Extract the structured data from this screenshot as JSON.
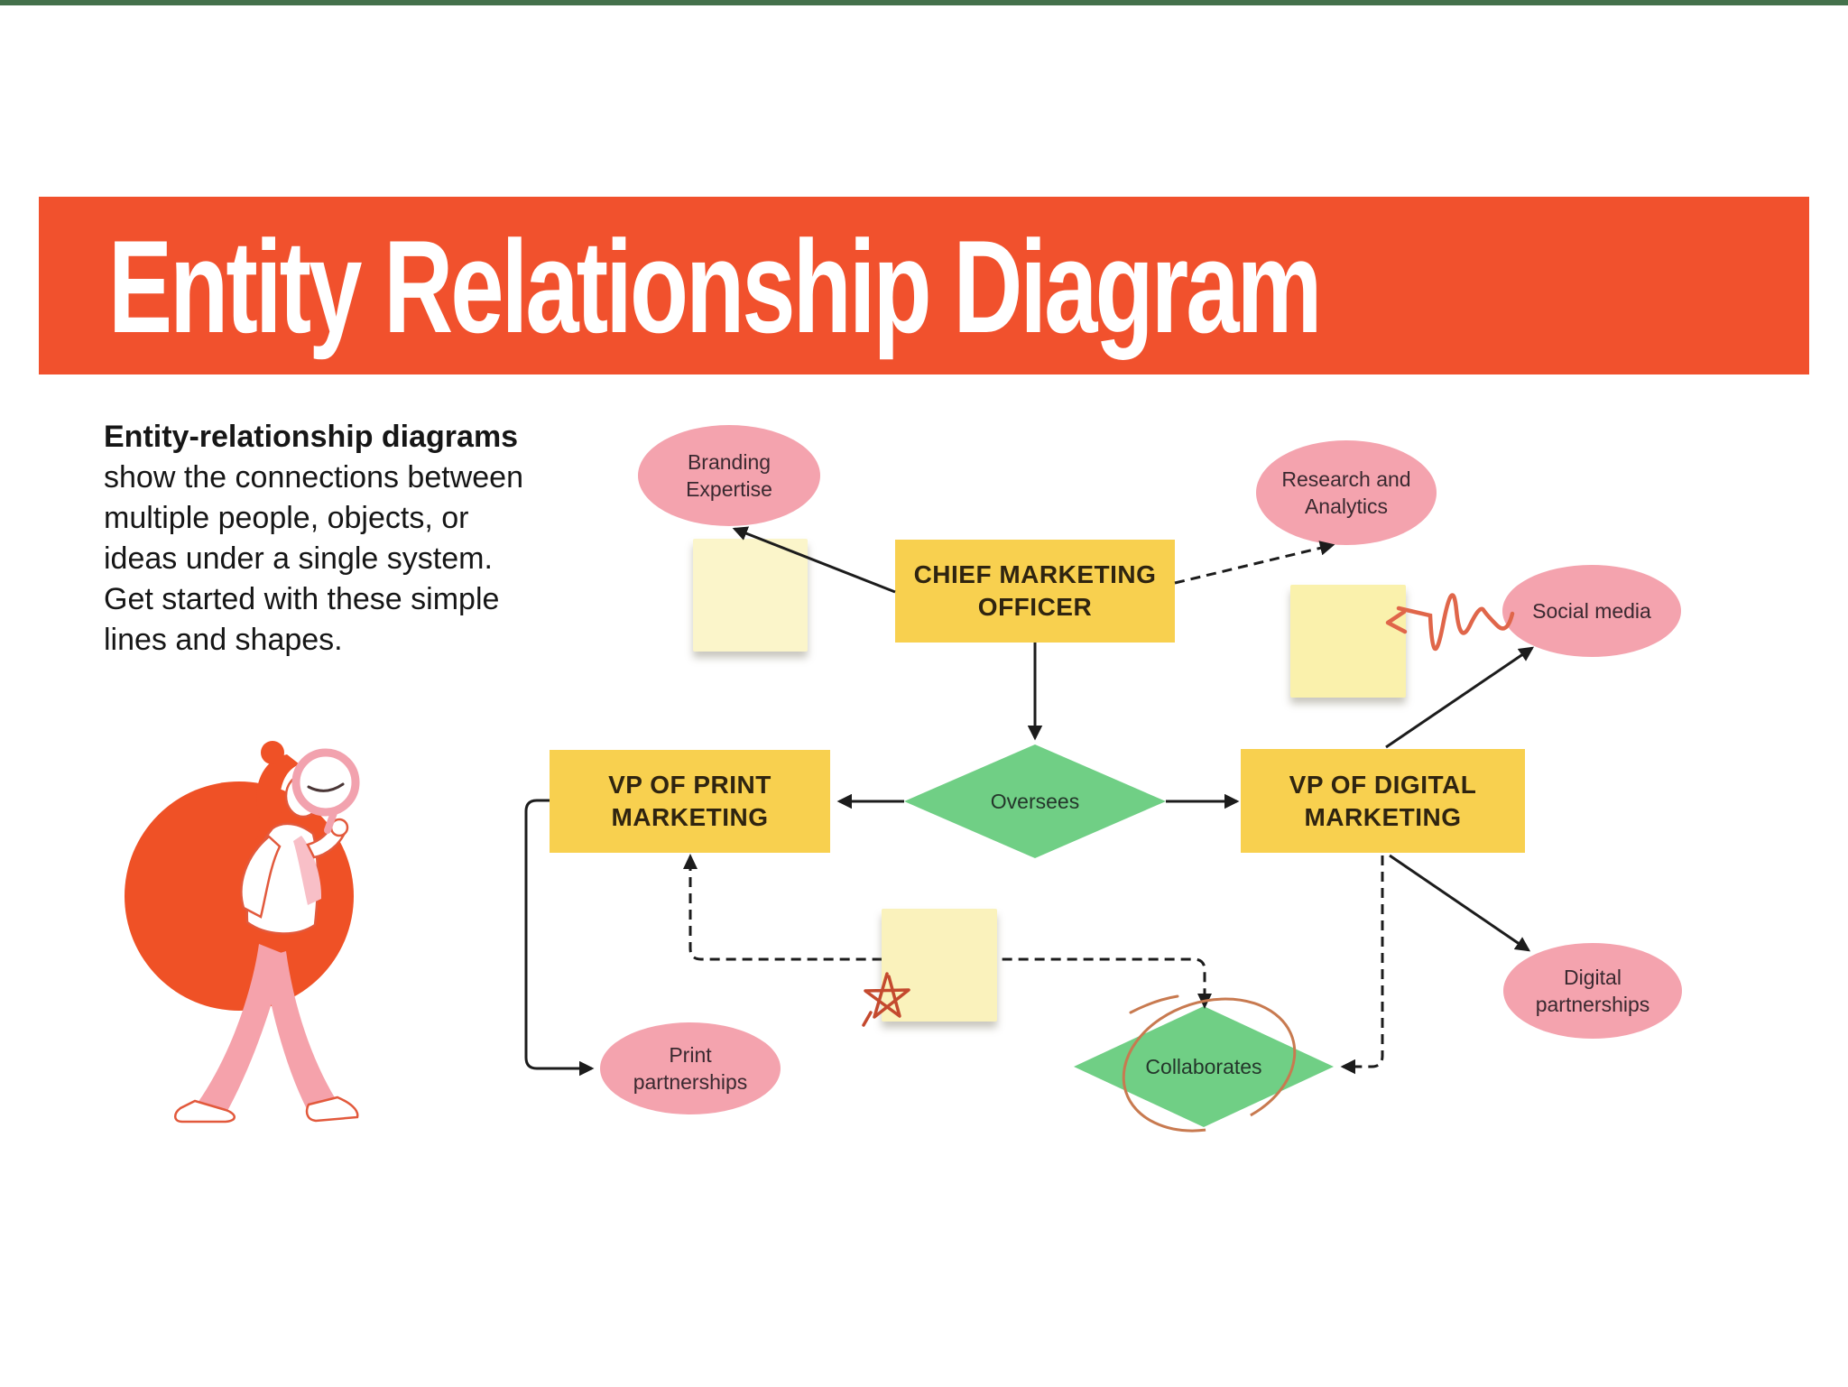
{
  "page": {
    "background": "#FFFFFF",
    "top_strip_color": "#44714B"
  },
  "header": {
    "title": "Entity Relationship Diagram",
    "bar_color": "#F1512D",
    "text_color": "#FFFFFF"
  },
  "intro": {
    "bold_lead": "Entity-relationship diagrams",
    "lines": [
      "show the connections between",
      "multiple people, objects, or",
      "ideas under a single system.",
      "Get started with these simple",
      "lines and shapes."
    ]
  },
  "diagram": {
    "colors": {
      "entity_fill": "#F8D04F",
      "relationship_fill": "#70CF85",
      "attribute_fill": "#F4A3AE",
      "line_color": "#1C1C1C"
    },
    "entities": [
      {
        "id": "cmo",
        "label": "CHIEF MARKETING OFFICER"
      },
      {
        "id": "vp-print",
        "label": "VP OF PRINT MARKETING"
      },
      {
        "id": "vp-digital",
        "label": "VP OF DIGITAL MARKETING"
      }
    ],
    "relationships": [
      {
        "id": "oversees",
        "label": "Oversees"
      },
      {
        "id": "collaborates",
        "label": "Collaborates"
      }
    ],
    "attributes": [
      {
        "id": "branding",
        "label": "Branding Expertise"
      },
      {
        "id": "research",
        "label": "Research and Analytics"
      },
      {
        "id": "social",
        "label": "Social media"
      },
      {
        "id": "digital-partnerships",
        "label": "Digital partnerships"
      },
      {
        "id": "print-partnerships",
        "label": "Print partnerships"
      }
    ],
    "stickies": [
      {
        "color": "#FBF5CA"
      },
      {
        "color": "#FAF1AC"
      },
      {
        "color": "#FAF2BC"
      }
    ],
    "connections": [
      {
        "from": "Chief Marketing Officer",
        "to": "Branding Expertise",
        "style": "solid-arrow"
      },
      {
        "from": "Chief Marketing Officer",
        "to": "Research and Analytics",
        "style": "dashed-arrow"
      },
      {
        "from": "Chief Marketing Officer",
        "to": "Oversees",
        "style": "solid-arrow"
      },
      {
        "from": "Oversees",
        "to": "VP of Print Marketing",
        "style": "solid-arrow"
      },
      {
        "from": "Oversees",
        "to": "VP of Digital Marketing",
        "style": "solid-arrow"
      },
      {
        "from": "VP of Digital Marketing",
        "to": "Social media",
        "style": "solid-arrow"
      },
      {
        "from": "VP of Digital Marketing",
        "to": "Digital partnerships",
        "style": "solid-arrow"
      },
      {
        "from": "VP of Digital Marketing",
        "to": "Collaborates",
        "style": "dashed-arrow"
      },
      {
        "from": "VP of Print Marketing",
        "to": "Collaborates",
        "style": "dashed-double-arrow"
      },
      {
        "from": "VP of Print Marketing",
        "to": "Print partnerships",
        "style": "solid-arrow"
      },
      {
        "from": "Social media",
        "to": "sticky-note",
        "style": "hand-drawn-squiggle-arrow"
      }
    ],
    "annotations": {
      "squiggle_arrow_color": "#E0664A",
      "star_scribble_color": "#C4492E",
      "circle_scribble_color": "#C87A50"
    }
  },
  "illustration": {
    "circle_color": "#EF5126",
    "outline_color": "#E2593C",
    "pants_color": "#F5A2AB",
    "magnifier_rim_color": "#F2A2AE"
  }
}
